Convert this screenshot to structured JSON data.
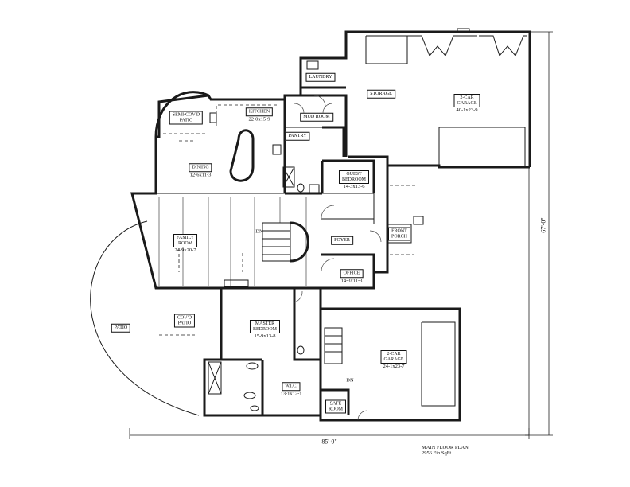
{
  "rooms": {
    "semi_covd_patio": {
      "name": "SEMI-COV'D\nPATIO",
      "size": ""
    },
    "kitchen": {
      "name": "KITCHEN",
      "size": "22-0x15-9"
    },
    "laundry": {
      "name": "LAUNDRY",
      "size": ""
    },
    "storage": {
      "name": "STORAGE",
      "size": ""
    },
    "garage_2car_top": {
      "name": "2-CAR\nGARAGE",
      "size": "40-1x23-9"
    },
    "mud_room": {
      "name": "MUD ROOM",
      "size": ""
    },
    "pantry": {
      "name": "PANTRY",
      "size": ""
    },
    "dining": {
      "name": "DINING",
      "size": "12-6x11-3"
    },
    "guest_bedroom": {
      "name": "GUEST\nBEDROOM",
      "size": "14-3x13-6"
    },
    "family_room": {
      "name": "FAMILY\nROOM",
      "size": "24-9x20-7"
    },
    "foyer": {
      "name": "FOYER",
      "size": ""
    },
    "front_porch": {
      "name": "FRONT\nPORCH",
      "size": ""
    },
    "office": {
      "name": "OFFICE",
      "size": "14-3x11-3"
    },
    "patio": {
      "name": "PATIO",
      "size": ""
    },
    "covd_patio": {
      "name": "COV'D\nPATIO",
      "size": ""
    },
    "master_bedroom": {
      "name": "MASTER\nBEDROOM",
      "size": "15-9x13-8"
    },
    "garage_2car_bottom": {
      "name": "2-CAR\nGARAGE",
      "size": "24-1x23-7"
    },
    "wic": {
      "name": "W.I.C.",
      "size": "13-1x12-1"
    },
    "safe_room": {
      "name": "SAFE\nROOM",
      "size": ""
    }
  },
  "stair_labels": {
    "dn_top": "DN",
    "dn_bottom": "DN"
  },
  "dimensions": {
    "width": "85'-0\"",
    "depth": "67'-0\""
  },
  "title_block": {
    "line1": "MAIN FLOOR PLAN",
    "line2": "2956 Fin SqFt"
  }
}
